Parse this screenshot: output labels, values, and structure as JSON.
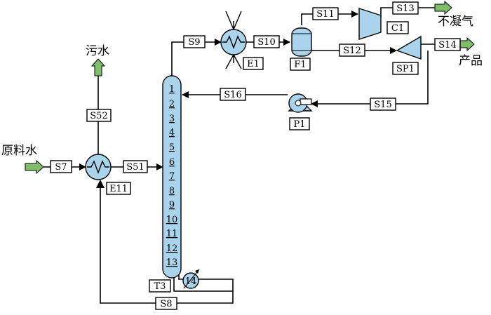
{
  "colors": {
    "equipment_fill": "#a9d4ec",
    "arrow_fill": "#7fbf6a",
    "line": "#000000"
  },
  "streams": {
    "s7": "S7",
    "s51": "S51",
    "s52": "S52",
    "s8": "S8",
    "s9": "S9",
    "s10": "S10",
    "s11": "S11",
    "s12": "S12",
    "s13": "S13",
    "s14": "S14",
    "s15": "S15",
    "s16": "S16"
  },
  "equipment": {
    "e11": "E11",
    "e1": "E1",
    "f1": "F1",
    "c1": "C1",
    "sp1": "SP1",
    "p1": "P1",
    "t3": "T3",
    "reboiler_stage": "14"
  },
  "column_trays": [
    "1",
    "2",
    "3",
    "4",
    "5",
    "6",
    "7",
    "8",
    "9",
    "10",
    "11",
    "12",
    "13"
  ],
  "boundary_labels": {
    "feed_water": "原料水",
    "waste_water": "污水",
    "noncondensable_gas": "不凝气",
    "product": "产品"
  }
}
